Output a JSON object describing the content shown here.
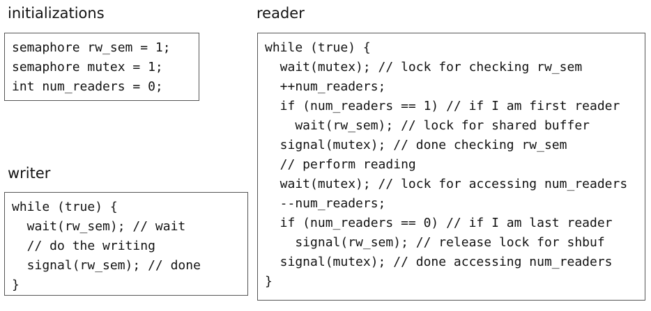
{
  "colors": {
    "background": "#ffffff",
    "text": "#111111",
    "box_border": "#545454"
  },
  "panels": {
    "initializations": {
      "title": "initializations",
      "code": [
        "semaphore rw_sem = 1;",
        "semaphore mutex = 1;",
        "int num_readers = 0;"
      ]
    },
    "writer": {
      "title": "writer",
      "code": [
        "while (true) {",
        "  wait(rw_sem); // wait",
        "  // do the writing",
        "  signal(rw_sem); // done",
        "}"
      ]
    },
    "reader": {
      "title": "reader",
      "code": [
        "while (true) {",
        "  wait(mutex); // lock for checking rw_sem",
        "  ++num_readers;",
        "  if (num_readers == 1) // if I am first reader",
        "    wait(rw_sem); // lock for shared buffer",
        "  signal(mutex); // done checking rw_sem",
        "  // perform reading",
        "  wait(mutex); // lock for accessing num_readers",
        "  --num_readers;",
        "  if (num_readers == 0) // if I am last reader",
        "    signal(rw_sem); // release lock for shbuf",
        "  signal(mutex); // done accessing num_readers",
        "}"
      ]
    }
  }
}
